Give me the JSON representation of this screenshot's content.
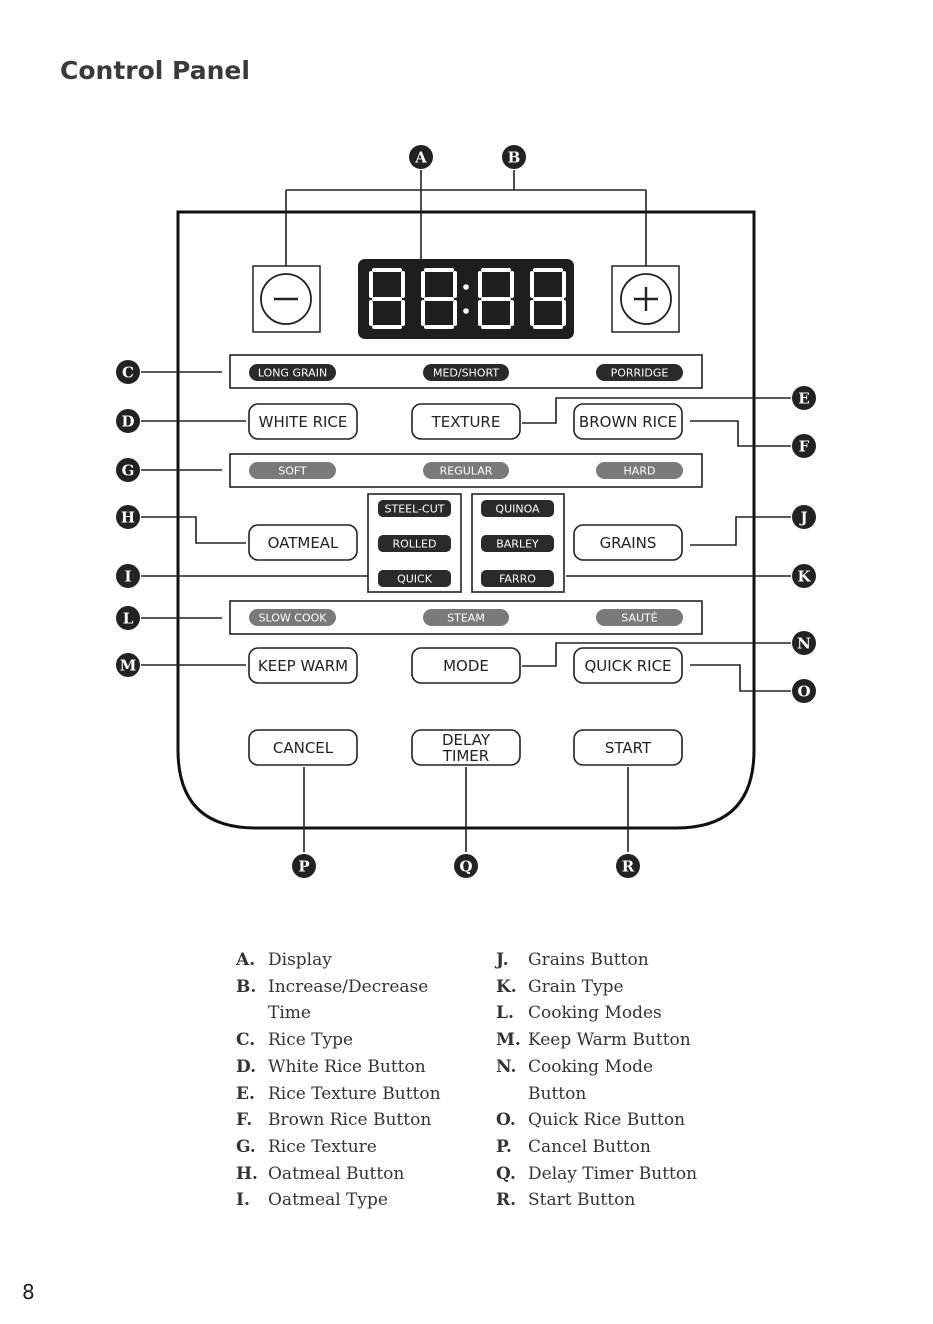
{
  "page": {
    "title": "Control Panel",
    "page_number": "8"
  },
  "buttons": {
    "white_rice": "WHITE RICE",
    "texture": "TEXTURE",
    "brown_rice": "BROWN RICE",
    "oatmeal": "OATMEAL",
    "grains": "GRAINS",
    "keep_warm": "KEEP WARM",
    "mode": "MODE",
    "quick_rice": "QUICK RICE",
    "cancel": "CANCEL",
    "delay_timer_line1": "DELAY",
    "delay_timer_line2": "TIMER",
    "start": "START"
  },
  "indicators": {
    "rice_type": [
      "LONG GRAIN",
      "MED/SHORT",
      "PORRIDGE"
    ],
    "texture": [
      "SOFT",
      "REGULAR",
      "HARD"
    ],
    "oatmeal_type": [
      "STEEL-CUT",
      "ROLLED",
      "QUICK"
    ],
    "grain_type": [
      "QUINOA",
      "BARLEY",
      "FARRO"
    ],
    "cooking_modes": [
      "SLOW COOK",
      "STEAM",
      "SAUTÉ"
    ]
  },
  "callouts": {
    "A": "A",
    "B": "B",
    "C": "C",
    "D": "D",
    "E": "E",
    "F": "F",
    "G": "G",
    "H": "H",
    "I": "I",
    "J": "J",
    "K": "K",
    "L": "L",
    "M": "M",
    "N": "N",
    "O": "O",
    "P": "P",
    "Q": "Q",
    "R": "R"
  },
  "legend": {
    "left": [
      {
        "key": "A.",
        "text": "Display"
      },
      {
        "key": "B.",
        "text": "Increase/Decrease"
      },
      {
        "key": "",
        "text": "Time"
      },
      {
        "key": "C.",
        "text": "Rice Type"
      },
      {
        "key": "D.",
        "text": "White Rice Button"
      },
      {
        "key": "E.",
        "text": "Rice Texture Button"
      },
      {
        "key": "F.",
        "text": "Brown Rice Button"
      },
      {
        "key": "G.",
        "text": "Rice Texture"
      },
      {
        "key": "H.",
        "text": "Oatmeal Button"
      },
      {
        "key": "I.",
        "text": "Oatmeal Type"
      }
    ],
    "right": [
      {
        "key": "J.",
        "text": "Grains Button"
      },
      {
        "key": "K.",
        "text": "Grain Type"
      },
      {
        "key": "L.",
        "text": "Cooking Modes"
      },
      {
        "key": "M.",
        "text": "Keep Warm Button"
      },
      {
        "key": "N.",
        "text": "Cooking Mode"
      },
      {
        "key": "",
        "text": "Button"
      },
      {
        "key": "O.",
        "text": "Quick Rice Button"
      },
      {
        "key": "P.",
        "text": "Cancel Button"
      },
      {
        "key": "Q.",
        "text": "Delay Timer Button"
      },
      {
        "key": "R.",
        "text": "Start Button"
      }
    ]
  },
  "colors": {
    "ink": "#222222",
    "pill_dark": "#2a2a2a",
    "pill_gray": "#7a7a7a",
    "display_bg": "#1e1e1e",
    "segment": "#ffffff"
  }
}
